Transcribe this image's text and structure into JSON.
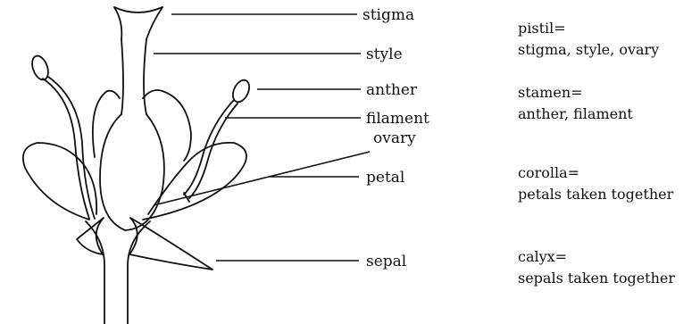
{
  "labels": {
    "stigma": "stigma",
    "style": "style",
    "anther": "anther",
    "filament": "filament",
    "ovary": "ovary",
    "petal": "petal",
    "sepal": "sepal"
  },
  "definitions": [
    {
      "term": "pistil=",
      "meaning": "stigma, style, ovary"
    },
    {
      "term": "stamen=",
      "meaning": "anther, filament"
    },
    {
      "term": "corolla=",
      "meaning": "petals taken together"
    },
    {
      "term": "calyx=",
      "meaning": "sepals taken together"
    }
  ]
}
